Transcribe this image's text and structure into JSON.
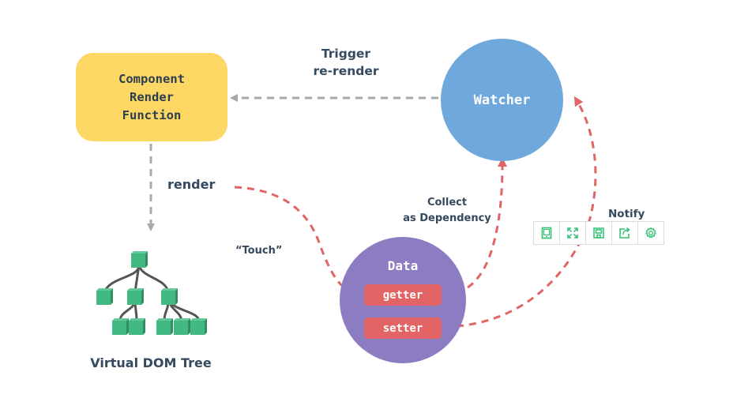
{
  "nodes": {
    "component": {
      "label": "Component\nRender\nFunction",
      "color": "#fdd764"
    },
    "watcher": {
      "label": "Watcher",
      "color": "#6ea8dc"
    },
    "data": {
      "label": "Data",
      "color": "#8c7dc2",
      "getter": "getter",
      "setter": "setter",
      "accessor_color": "#e36464"
    },
    "vdom": {
      "label": "Virtual DOM Tree",
      "node_color": "#42b983"
    }
  },
  "edges": {
    "trigger": {
      "label_line1": "Trigger",
      "label_line2": "re-render"
    },
    "render": {
      "label": "render"
    },
    "touch": {
      "label": "“Touch”"
    },
    "collect": {
      "label_line1": "Collect",
      "label_line2": "as Dependency"
    },
    "notify": {
      "label": "Notify"
    }
  },
  "colors": {
    "dashed_gray": "#a8a8a8",
    "dashed_red": "#e06666",
    "text": "#34495e",
    "toolbar_icon": "#2fbf71"
  },
  "toolbar": {
    "items": [
      {
        "icon": "tablet-icon",
        "title": "Tablet view"
      },
      {
        "icon": "fullscreen-icon",
        "title": "Fullscreen"
      },
      {
        "icon": "save-icon",
        "title": "Save"
      },
      {
        "icon": "share-icon",
        "title": "Share"
      },
      {
        "icon": "gear-icon",
        "title": "Settings"
      }
    ]
  }
}
